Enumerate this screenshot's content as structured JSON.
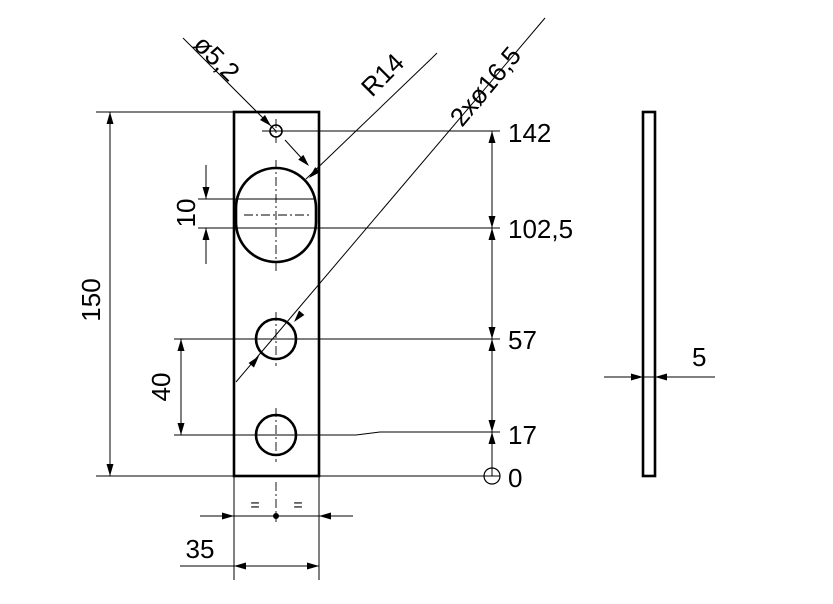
{
  "drawing": {
    "total_height": "150",
    "width": "35",
    "thickness": "5",
    "small_hole_dia": "ø5,2",
    "slot_radius": "R14",
    "large_holes": "2xø16,5",
    "slot_width": "10",
    "hole_spacing": "40",
    "equal_mark": "=",
    "ordinates": [
      "142",
      "102,5",
      "57",
      "17",
      "0"
    ]
  }
}
